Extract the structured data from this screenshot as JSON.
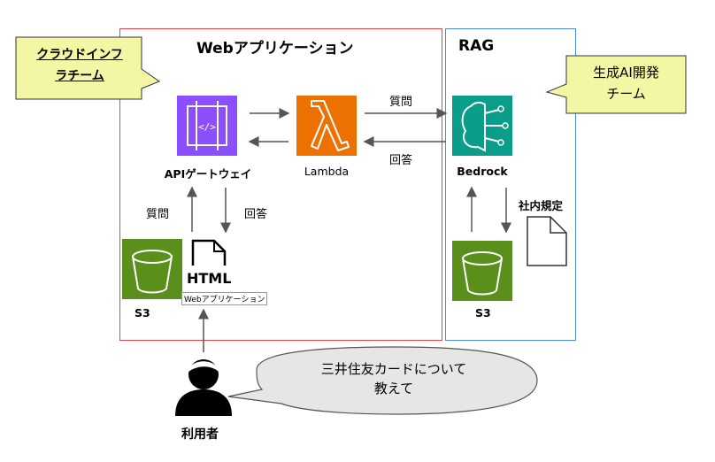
{
  "web_app": {
    "title": "Webアプリケーション"
  },
  "rag": {
    "title": "RAG"
  },
  "cloud_team": {
    "line1": "クラウドインフ",
    "line2": "ラチーム"
  },
  "genai_team": {
    "line1": "生成AI開発",
    "line2": "チーム"
  },
  "nodes": {
    "api_gateway": "APIゲートウェイ",
    "lambda": "Lambda",
    "bedrock": "Bedrock",
    "s3_web": "S3",
    "s3_rag": "S3",
    "html_icon": "HTML",
    "html_caption": "Webアプリケーション",
    "internal_rules": "社内規定",
    "user": "利用者"
  },
  "edges": {
    "question_top": "質問",
    "answer_top": "回答",
    "question_left": "質問",
    "answer_left": "回答"
  },
  "speech_bubble": {
    "line1": "三井住友カードについて",
    "line2": "教えて"
  },
  "colors": {
    "web_border": "#e8414b",
    "rag_border": "#4a90d9",
    "callout_fill": "#f3f6a3",
    "api_purple": "#8c4fff",
    "lambda_orange": "#ed7100",
    "bedrock_teal": "#0a9e8a",
    "s3_green": "#5a8f1b",
    "bubble_fill": "#e6e6e6"
  }
}
